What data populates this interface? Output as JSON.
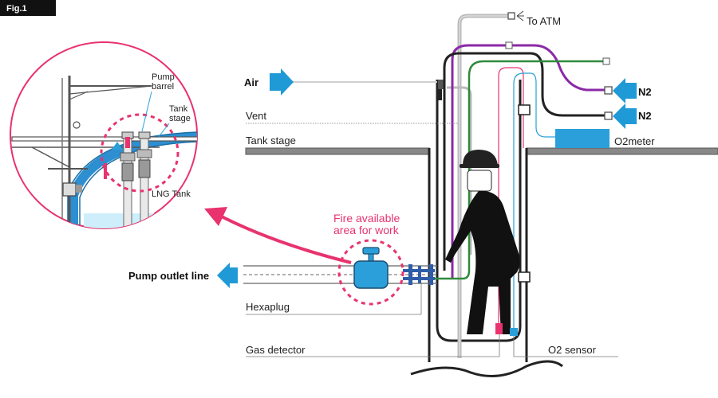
{
  "figure_tag": "Fig.1",
  "labels": {
    "to_atm": "To ATM",
    "air": "Air",
    "vent": "Vent",
    "tank_stage": "Tank stage",
    "n2_a": "N2",
    "n2_b": "N2",
    "o2meter": "O2meter",
    "fire_area_line1": "Fire available",
    "fire_area_line2": "area for work",
    "pump_outlet_line": "Pump outlet line",
    "hexaplug": "Hexaplug",
    "gas_detector": "Gas detector",
    "o2_sensor": "O2 sensor"
  },
  "inset_labels": {
    "pump_line1": "Pump",
    "pump_line2": "barrel",
    "tank_line1": "Tank",
    "tank_line2": "stage",
    "lng_tank": "LNG Tank"
  },
  "colors": {
    "arrow_blue": "#1f9ad6",
    "pipe_purple": "#8b2aa6",
    "pipe_green": "#2f8a3c",
    "pipe_black": "#222222",
    "pipe_gray": "#b8b8b8",
    "accent_pink": "#e8336e",
    "tank_blue": "#2d8fd0",
    "meter_blue": "#2b9fd9",
    "flange_blue": "#2f5da8"
  }
}
